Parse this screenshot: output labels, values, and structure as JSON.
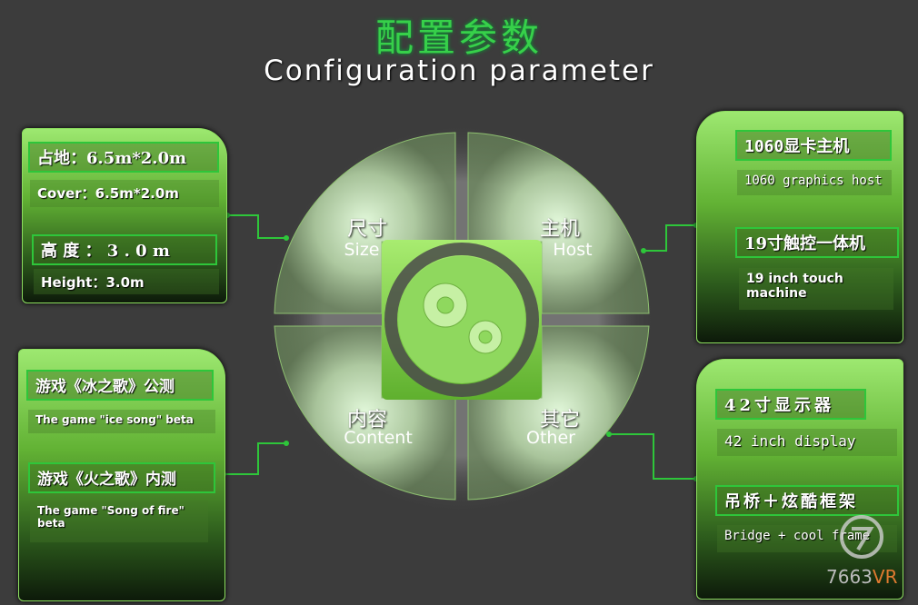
{
  "header": {
    "title_cn": "配置参数",
    "title_en": "Configuration parameter"
  },
  "wheel": {
    "size": {
      "cn": "尺寸",
      "en": "Size"
    },
    "host": {
      "cn": "主机",
      "en": "Host"
    },
    "content": {
      "cn": "内容",
      "en": "Content"
    },
    "other": {
      "cn": "其它",
      "en": "Other"
    }
  },
  "panels": {
    "size": {
      "item1_cn": "占地：6.5m*2.0m",
      "item1_en": "Cover：6.5m*2.0m",
      "item2_cn": "高 度 ： 3 . 0 m",
      "item2_en": "Height：3.0m"
    },
    "host": {
      "item1_cn": "1060显卡主机",
      "item1_en": "1060 graphics host",
      "item2_cn": "19寸触控一体机",
      "item2_en": "19 inch touch machine"
    },
    "content": {
      "item1_cn": "游戏《冰之歌》公测",
      "item1_en": "The game \"ice song\" beta",
      "item2_cn": "游戏《火之歌》内测",
      "item2_en": "The game \"Song of fire\" beta"
    },
    "other": {
      "item1_cn": "42寸显示器",
      "item1_en": "42 inch display",
      "item2_cn": "吊桥＋炫酷框架",
      "item2_en": "Bridge + cool frame"
    }
  },
  "watermark": {
    "brand_a": "7663",
    "brand_b": "VR"
  },
  "colors": {
    "background": "#3c3c3c",
    "accent_green": "#37d04a",
    "panel_green": "#62b234"
  }
}
